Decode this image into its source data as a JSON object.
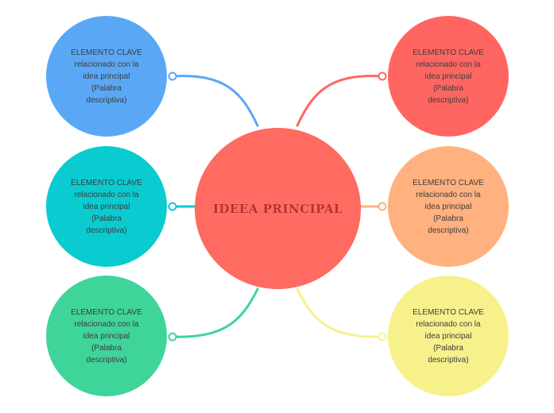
{
  "center": {
    "label": "IDEEA PRINCIPAL",
    "color": "#ff6a61",
    "text_color": "#b8302b"
  },
  "branches": [
    {
      "side": "left-top",
      "label": "ELEMENTO CLAVE\nrelacionado con la\nidea principal\n(Palabra\ndescriptiva)",
      "color": "#5aa8f5",
      "line_color": "#5aa8f5"
    },
    {
      "side": "left-middle",
      "label": "ELEMENTO CLAVE\nrelacionado con la\nidea principal\n(Palabra\ndescriptiva)",
      "color": "#0acbd0",
      "line_color": "#0acbd0"
    },
    {
      "side": "left-bottom",
      "label": "ELEMENTO CLAVE\nrelacionado con la\nidea principal\n(Palabra\ndescriptiva)",
      "color": "#3fd49a",
      "line_color": "#3fd49a"
    },
    {
      "side": "right-top",
      "label": "ELEMENTO CLAVE\nrelacionado con la\nidea principal\n(Palabra\ndescriptiva)",
      "color": "#ff6661",
      "line_color": "#ff6661"
    },
    {
      "side": "right-middle",
      "label": "ELEMENTO CLAVE\nrelacionado con la\nidea principal\n(Palabra\ndescriptiva)",
      "color": "#ffb17f",
      "line_color": "#ffb17f"
    },
    {
      "side": "right-bottom",
      "label": "ELEMENTO CLAVE\nrelacionado con la\nidea principal\n(Palabra\ndescriptiva)",
      "color": "#f7f18c",
      "line_color": "#f7f18c"
    }
  ]
}
